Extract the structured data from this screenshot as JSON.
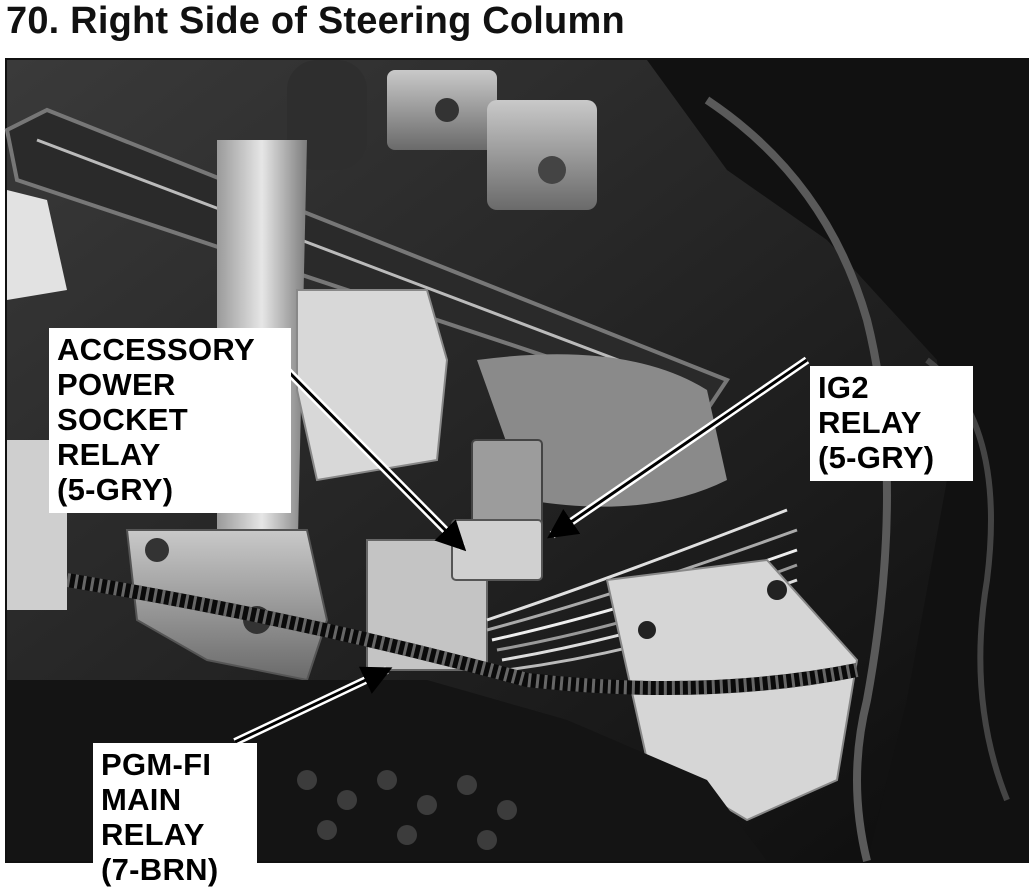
{
  "title": "70. Right Side of Steering Column",
  "callouts": {
    "accessory_relay": "ACCESSORY\nPOWER\nSOCKET\nRELAY\n(5-GRY)",
    "ig2_relay": "IG2\nRELAY\n(5-GRY)",
    "pgm_fi_relay": "PGM-FI\nMAIN\nRELAY\n(7-BRN)"
  },
  "photo": {
    "subject": "photo-steering-column-relays",
    "colors": {
      "background": "#1b1b1b",
      "label_box": "#ffffff",
      "text": "#000000"
    }
  }
}
